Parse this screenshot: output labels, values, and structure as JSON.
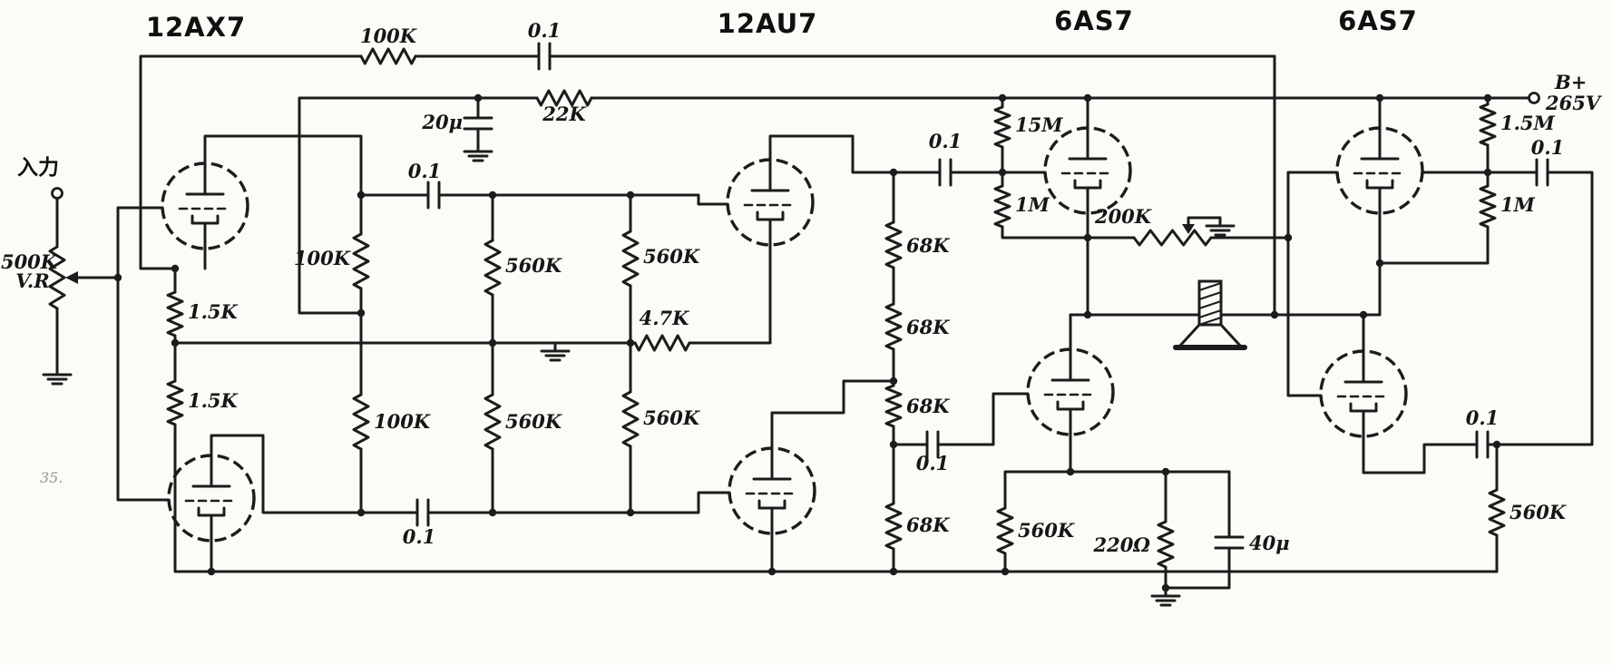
{
  "doc": {
    "type": "schematic",
    "subject": "OTL vacuum-tube power amplifier circuit diagram",
    "artifact": "35."
  },
  "tubes": {
    "v1": "12AX7",
    "v2": "12AU7",
    "v3": "6AS7",
    "v4": "6AS7"
  },
  "io": {
    "input_label": "入力",
    "b_plus": "B+",
    "b_plus_voltage": "265V"
  },
  "front_end": {
    "volume_pot": "500K",
    "volume_tag": "V.R",
    "cathode_r1": "1.5K",
    "cathode_r2": "1.5K",
    "plate_r_upper": "100K",
    "plate_r_lower": "100K",
    "grid_r_upper_1": "560K",
    "grid_r_upper_2": "560K",
    "grid_r_lower_1": "560K",
    "grid_r_lower_2": "560K",
    "coupling_c_upper": "0.1",
    "coupling_c_lower": "0.1",
    "tail_r": "4.7K"
  },
  "supply": {
    "dropper_r": "22K",
    "filter_c": "20μ"
  },
  "feedback": {
    "r": "100K",
    "c": "0.1"
  },
  "driver": {
    "divider_r1": "68K",
    "divider_r2": "68K",
    "divider_r3": "68K",
    "divider_r4": "68K",
    "coupling_c_upper": "0.1",
    "coupling_c_lower": "0.1",
    "grid_r_hi": "15M",
    "grid_r_lo": "1M",
    "balance_pot": "200K"
  },
  "output": {
    "grid_r_hi": "1.5M",
    "grid_r_lo": "1M",
    "coupling_c_top": "0.1",
    "coupling_c_bottom": "0.1",
    "grid_leak_left": "560K",
    "grid_leak_right": "560K",
    "cathode_r": "220Ω",
    "cathode_c": "40μ"
  }
}
